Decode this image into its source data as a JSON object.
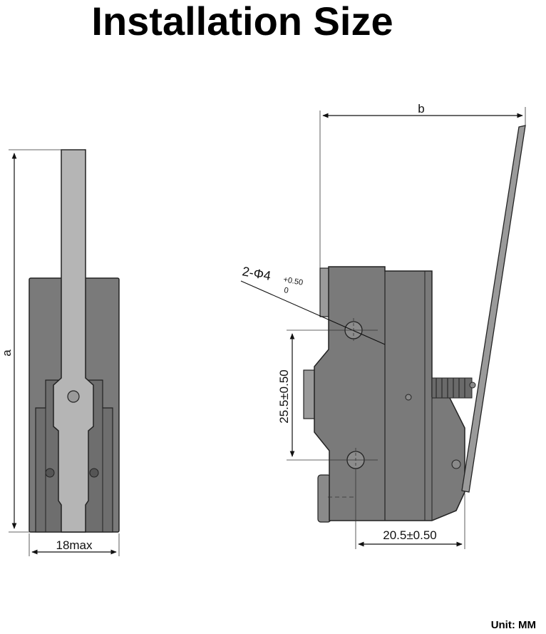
{
  "title": "Installation Size",
  "unit_note": "Unit: MM",
  "dimensions": {
    "a": "a",
    "b": "b",
    "width_max": "18max",
    "hole_label": "2-Φ4",
    "hole_tol_upper": "+0.50",
    "hole_tol_lower": "0",
    "hole_spacing": "25.5±0.50",
    "mount_offset": "20.5±0.50"
  },
  "colors": {
    "body_fill": "#7a7a7a",
    "lever_fill": "#b5b5b5",
    "outline": "#222222",
    "dimension_line": "#111111"
  }
}
